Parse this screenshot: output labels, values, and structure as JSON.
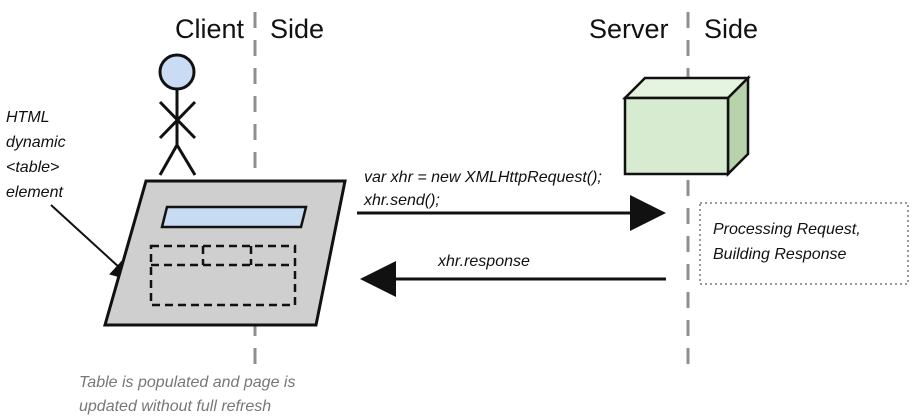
{
  "header": {
    "client_left": "Client",
    "client_right": "Side",
    "server_left": "Server",
    "server_right": "Side"
  },
  "annotations": {
    "html_table": [
      "HTML",
      "dynamic",
      "<table>",
      "element"
    ],
    "request_lines": [
      "var xhr = new XMLHttpRequest();",
      "xhr.send();"
    ],
    "response_label": "xhr.response",
    "processing_lines": [
      "Processing Request,",
      "Building Response"
    ],
    "footer_lines": [
      "Table is populated and page is",
      "updated without full refresh"
    ]
  }
}
